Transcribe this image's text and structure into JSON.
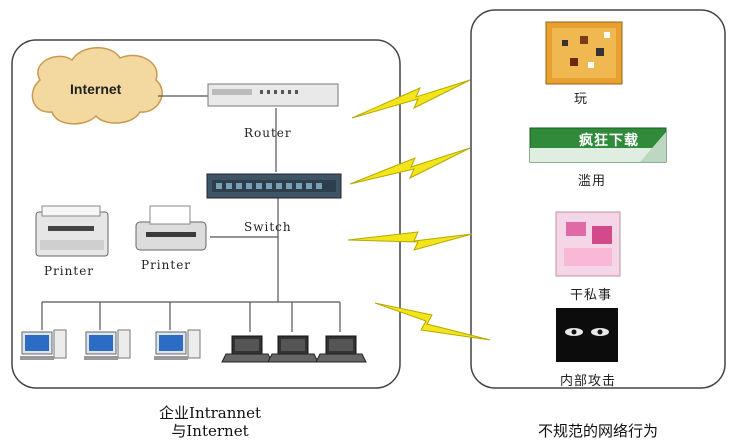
{
  "left_panel": {
    "internet_label": "Internet",
    "router_label": "Router",
    "switch_label": "Switch",
    "printer1_label": "Printer",
    "printer2_label": "Printer",
    "caption_line1": "企业Intrannet",
    "caption_line2": "与Internet"
  },
  "right_panel": {
    "items": [
      {
        "label": "玩"
      },
      {
        "label": "滥用"
      },
      {
        "label": "干私事"
      },
      {
        "label": "内部攻击"
      }
    ],
    "banner_text": "疯狂下载",
    "caption": "不规范的网络行为"
  },
  "colors": {
    "cloud": "#f3d9a0",
    "lightning": "#f2e51a",
    "game_bg": "#e8a030",
    "banner_bg": "#2f8a3a"
  }
}
